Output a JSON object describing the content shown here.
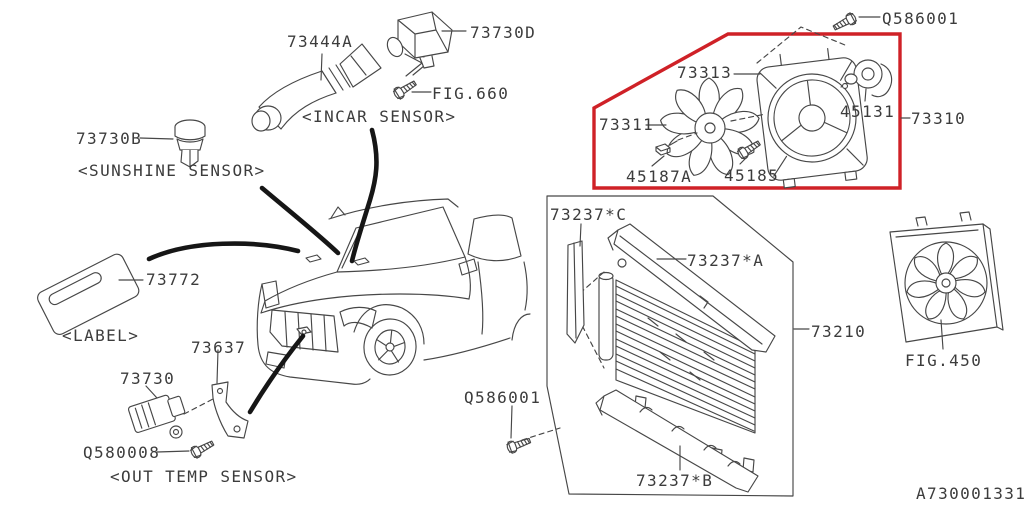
{
  "diagram": {
    "kind": "air-conditioner parts diagram",
    "footer_code": "A730001331"
  },
  "colors": {
    "line": "#474747",
    "ink": "#161616",
    "red": "#cf2127",
    "text": "#3c3c3c",
    "bg": "#ffffff"
  },
  "labels": {
    "incar_duct": "73444A",
    "incar_sensor": "73730D",
    "incar_screw_fig": "FIG.660",
    "incar_caption": "<INCAR SENSOR>",
    "sunshine_sensor": "73730B",
    "sunshine_caption": "<SUNSHINE SENSOR>",
    "vehicle_label": "73772",
    "label_caption": "<LABEL>",
    "out_temp_bracket": "73637",
    "out_temp_sensor": "73730",
    "out_temp_screw": "Q580008",
    "out_temp_caption": "<OUT TEMP SENSOR>",
    "fan_screw_top": "Q586001",
    "fan_shroud": "73313",
    "fan_blade": "73311",
    "fan_motor": "45131",
    "fan_assembly": "73310",
    "fan_nut": "45187A",
    "fan_screw": "45185",
    "condenser_seal": "73237*C",
    "condenser_bracket_upper": "73237*A",
    "condenser": "73210",
    "condenser_screw": "Q586001",
    "condenser_bracket_lower": "73237*B",
    "radiator_fan_fig": "FIG.450"
  }
}
